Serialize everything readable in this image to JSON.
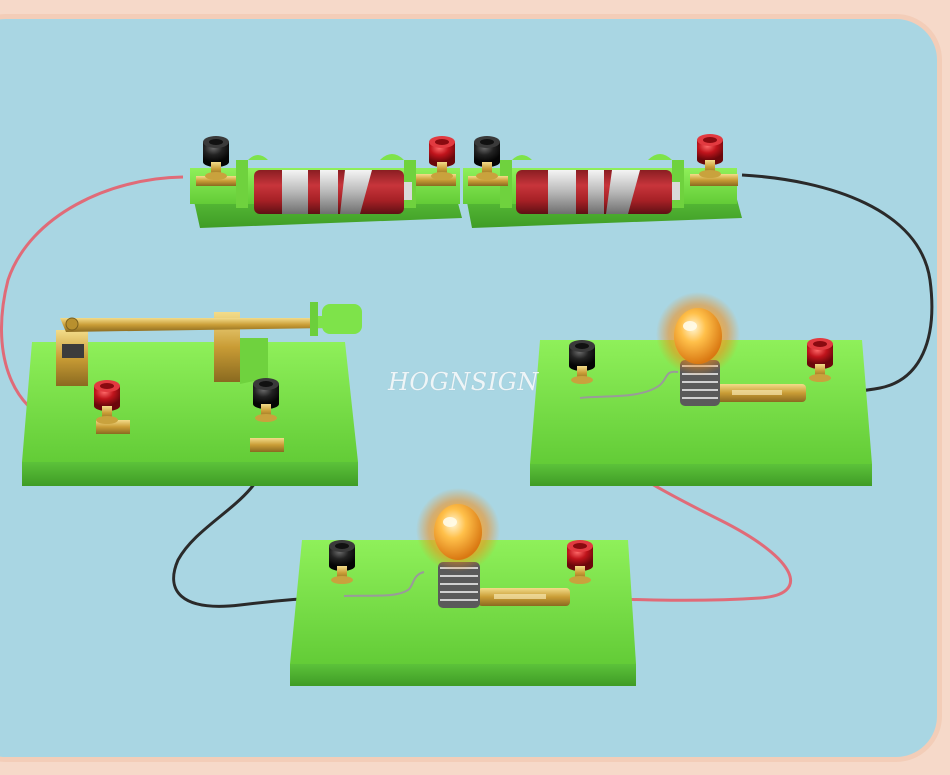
{
  "watermark": {
    "text": "HOGNSIGN"
  },
  "colors": {
    "background_blue": "#a9d6e3",
    "border_peach": "#f3cdb8",
    "board_green": "#7ee34a",
    "red_wire": "#e06b78",
    "black_wire": "#2a2a2a",
    "terminal_red": "#c0141c",
    "terminal_black": "#1c1c1c",
    "bulb_glow": "#f5a623",
    "brass": "#d2b04a"
  },
  "components": [
    {
      "name": "battery-holder-left",
      "kind": "battery"
    },
    {
      "name": "battery-holder-right",
      "kind": "battery"
    },
    {
      "name": "knife-switch",
      "kind": "switch"
    },
    {
      "name": "bulb-right",
      "kind": "lamp",
      "state": "on"
    },
    {
      "name": "bulb-bottom",
      "kind": "lamp",
      "state": "on"
    }
  ]
}
